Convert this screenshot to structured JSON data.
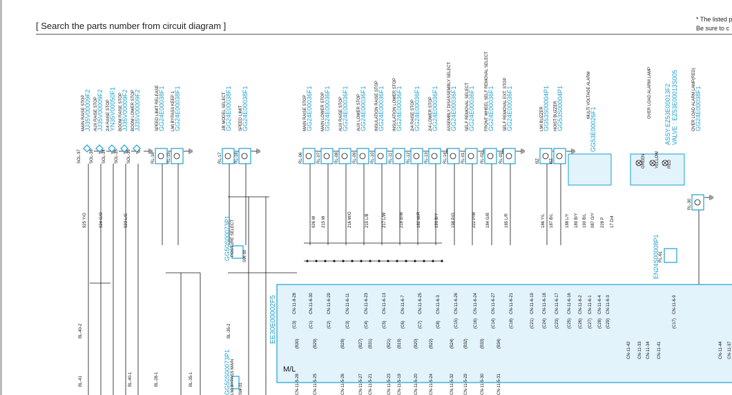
{
  "header": {
    "title": "[ Search the parts number from circuit diagram ]",
    "note_line1": "* The listed p",
    "note_line2": "Be sure to c"
  },
  "colors": {
    "accent": "#1a9fce",
    "ecu_fill": "#e2f3fb",
    "line": "#111111"
  },
  "ecu": {
    "part_number": "EE30E00002F5",
    "label": "M/L"
  },
  "top_components": [
    {
      "name": "MAIN RAISE STOP",
      "part": "JJ35V00009F2",
      "conn": "SOL-37"
    },
    {
      "name": "AUX RAISE STOP",
      "part": "JJ35V00009F2",
      "conn": "SOL-38"
    },
    {
      "name": "2/4 RAISE STOP",
      "part": "YN35V00050F1",
      "conn": "SOL-34"
    },
    {
      "name": "BOOM RAISE STOP",
      "part": "JJ35V00009F2",
      "conn": "SOL-35"
    },
    {
      "name": "BOOM LOWER STOP",
      "part": "JJ35V00009F2",
      "conn": "SOL-36"
    },
    {
      "name": "SPEED LIMIT RELEASE",
      "part": "GG24E00038F1",
      "conn": "RL-16"
    },
    {
      "name": "LMI BYPASS KEEP 1",
      "part": "GG24E00038F1",
      "conn": "RL-15"
    },
    {
      "name": "J/B MODEL SELECT",
      "part": "GG24E00038F1",
      "conn": "RL-17"
    },
    {
      "name": "SPEED LIMIT",
      "part": "GG24E00038F1",
      "conn": "RL-18"
    },
    {
      "name": "MAIN RAISE STOP",
      "part": "GG24E00036F1",
      "conn": "RL-06"
    },
    {
      "name": "MAIN LOWER STOP",
      "part": "GG24E00036F1",
      "conn": "RL-07"
    },
    {
      "name": "AUX RAISE STOP",
      "part": "GG24E00036F1",
      "conn": "RL-08"
    },
    {
      "name": "AUX LOWER STOP",
      "part": "GG24E00036F1",
      "conn": "RL-09"
    },
    {
      "name": "INSULATION RAISE STOP",
      "part": "GG24E00036F1",
      "conn": "RL-10"
    },
    {
      "name": "INSULATION LOWER STOP",
      "part": "GG24E00036F1",
      "conn": "RL-11"
    },
    {
      "name": "2/4 RAISE STOP",
      "part": "GG24E00036F1",
      "conn": "RL-12"
    },
    {
      "name": "2/4 LOWER STOP",
      "part": "GG24E00036F1",
      "conn": "RL-13"
    },
    {
      "name": "ASSEMBLY DISASSEMBLY SELECT",
      "part": "GG24E00036F1",
      "conn": "RL-14"
    },
    {
      "name": "SELF REMOVAL SELECT",
      "part": "GG24E00036F1",
      "conn": "RL-01"
    },
    {
      "name": "FRONT WHEEL SELF REMOVAL SELECT",
      "part": "GG24E00036F1",
      "conn": "RL-02"
    },
    {
      "name": "SELF REMOVAL EXT. STOP",
      "part": "GG24E00036F1",
      "conn": "RL-03"
    },
    {
      "name": "LMI BUZZER",
      "part": "GG53S00004P1",
      "conn": "BZ"
    },
    {
      "name": "HOIST BUZZER",
      "part": "GG53S00004P1",
      "conn": "BZ"
    },
    {
      "name": "MULTI VOLTAGE ALARM",
      "part": "GG53E00026F1",
      "conn": ""
    },
    {
      "name": "OVER LOAD ALARM LAMP",
      "part": "ASSY:EZ53E00013F2",
      "conn": ""
    },
    {
      "name": "OVER LOAD ALARM LAMP(RED)",
      "part": "GG24E00038F1",
      "conn": "RL-30"
    }
  ],
  "top_component_extra": {
    "valve_part": "VALVE : EZ53E00013S005"
  },
  "side_components": [
    {
      "name": "POSTURE SELECT",
      "part": "GG50S00073P1",
      "conn": "SW-30"
    },
    {
      "name": "LMI BYPASS MAIN",
      "part": "GG50S00073P1",
      "conn": "SW-31"
    },
    {
      "name": "",
      "part": "EN24S00008P1",
      "conn": "RL-61"
    }
  ],
  "lamp_labels": [
    "GREEN",
    "YELLOW",
    "RED"
  ],
  "wires": [
    "925 Y/G",
    "924 G/O",
    "923 L/G",
    "926 W",
    "215 W",
    "216 W/G",
    "219 L/B",
    "217 L/W",
    "218 B/W",
    "182 W/R",
    "193 B/Y",
    "198 P/G",
    "222 P/W",
    "184 G/B",
    "185 L/R",
    "186 Y/L",
    "187 B/L",
    "188 L/Y",
    "189 B/Y",
    "190 B/L",
    "087 O/Y",
    "228 P",
    "17 D/4"
  ],
  "ecu_pins_top": [
    "CN-11-8-28",
    "CN-11-6-30",
    "CN-11-6-29",
    "CN-11-6-11",
    "CN-11-6-23",
    "CN-11-6-13",
    "CN-11-6-7",
    "CN-11-6-25",
    "CN-11-6-3",
    "CN-11-6-26",
    "CN-11-6-24",
    "CN-11-6-27",
    "CN-11-6-21",
    "CN-11-6-19",
    "CN-11-6-18",
    "CN-11-6-17",
    "CN-11-6-16",
    "CN-11-6-2",
    "CN-11-6-1",
    "CN-11-6-4",
    "CN-11-6-3",
    "CN-11-6-9"
  ],
  "ecu_ports_top": [
    "(C3)",
    "(C1)",
    "(C2)",
    "(C3)",
    "(C4)",
    "(C5)",
    "(C6)",
    "(C7)",
    "(C8)",
    "(C15)",
    "(C16)",
    "(C14)",
    "(C18)",
    "(C21)",
    "(C24)",
    "(C23)",
    "(C25)",
    "(C26)",
    "(C27)",
    "(C28)",
    "(C29)",
    "(C17)"
  ],
  "ecu_ports_bottom": [
    "(B30)",
    "(B29)",
    "(B28)",
    "(B27)",
    "(B31)",
    "(B21)",
    "(B19)",
    "(B20)",
    "(B22)",
    "(B24)",
    "(B32)",
    "(B33)",
    "(B34)"
  ],
  "ecu_pins_bottom": [
    "CN-11-5-28",
    "CN-11-5-25",
    "CN-11-5-26",
    "CN-11-5-27",
    "CN-11-5-21",
    "CN-11-5-23",
    "CN-11-5-19",
    "CN-11-5-20",
    "CN-11-5-24",
    "CN-11-5-32",
    "CN-11-5-29",
    "CN-11-5-30",
    "CN-11-5-31"
  ],
  "right_pins": [
    "CN-11-42",
    "CN-11-33",
    "CN-11-34",
    "CN-11-41",
    "CN-11-44",
    "CN-11-37"
  ],
  "left_labels": [
    "BL-40-2",
    "BL-41",
    "BL-40-1",
    "BL-35-1",
    "BL-35-2",
    "BL-28-1"
  ]
}
